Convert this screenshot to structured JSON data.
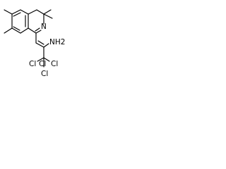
{
  "structure": {
    "labels": {
      "nitrogen": "N",
      "amine": "NH2",
      "chlorine_top": "Cl",
      "chlorine_left": "Cl",
      "chlorine_right": "Cl",
      "chlorine_bottom": "Cl"
    },
    "colors": {
      "bond": "#000000",
      "text": "#000000",
      "background": "#ffffff"
    }
  }
}
